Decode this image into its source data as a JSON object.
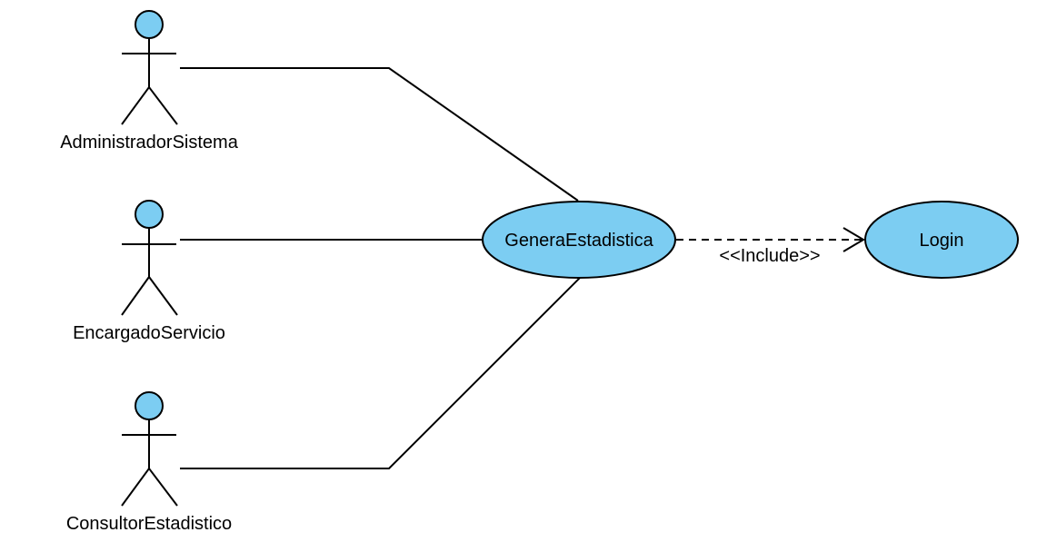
{
  "colors": {
    "fill": "#7ccdf2",
    "stroke": "#000000",
    "background": "#ffffff"
  },
  "actors": [
    {
      "id": "administrador",
      "name": "AdministradorSistema"
    },
    {
      "id": "encargado",
      "name": "EncargadoServicio"
    },
    {
      "id": "consultor",
      "name": "ConsultorEstadistico"
    }
  ],
  "use_cases": [
    {
      "id": "genera",
      "name": "GeneraEstadistica"
    },
    {
      "id": "login",
      "name": "Login"
    }
  ],
  "relationships": [
    {
      "type": "association",
      "from": "AdministradorSistema",
      "to": "GeneraEstadistica"
    },
    {
      "type": "association",
      "from": "EncargadoServicio",
      "to": "GeneraEstadistica"
    },
    {
      "type": "association",
      "from": "ConsultorEstadistico",
      "to": "GeneraEstadistica"
    },
    {
      "type": "include",
      "from": "GeneraEstadistica",
      "to": "Login",
      "label": "<<Include>>"
    }
  ]
}
